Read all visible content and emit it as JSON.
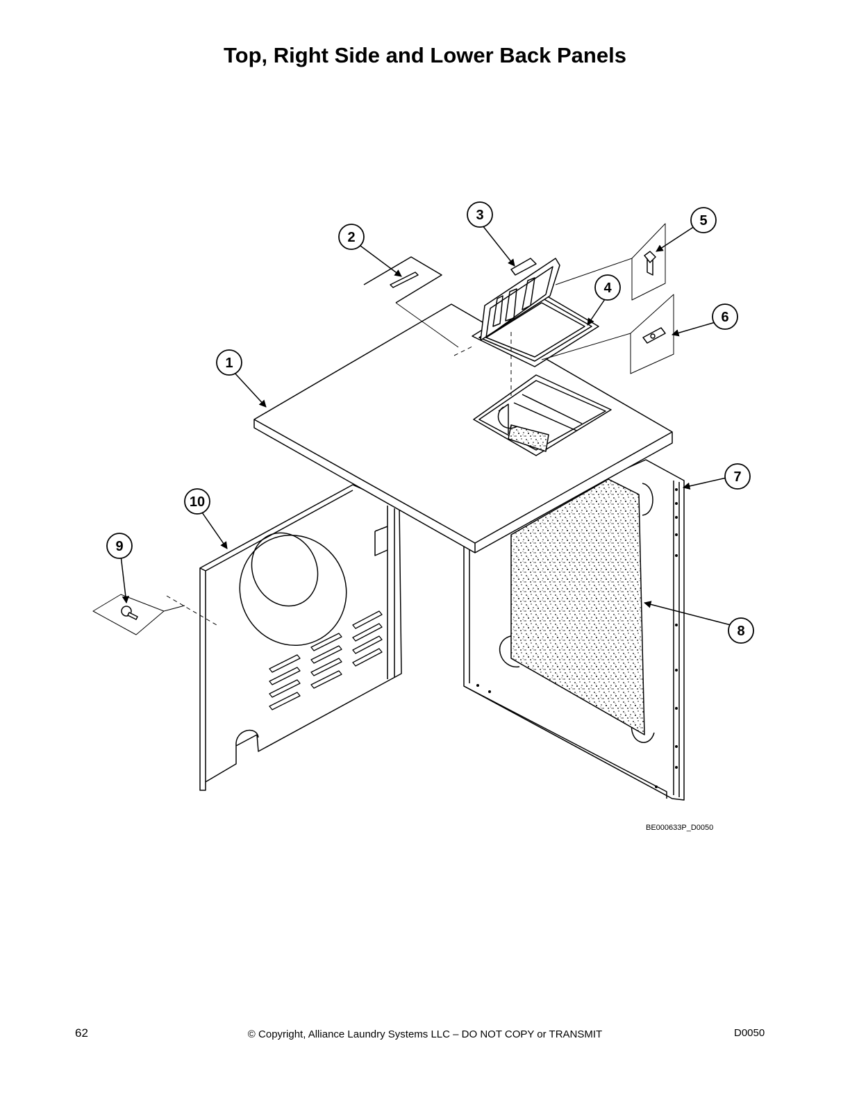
{
  "page": {
    "title": "Top, Right Side and Lower Back Panels",
    "figure_id": "BE000633P_D0050",
    "page_number": "62",
    "copyright": "© Copyright, Alliance Laundry Systems LLC – DO NOT COPY or TRANSMIT",
    "doc_code": "D0050"
  },
  "callouts": [
    "1",
    "2",
    "3",
    "4",
    "5",
    "6",
    "7",
    "8",
    "9",
    "10"
  ]
}
